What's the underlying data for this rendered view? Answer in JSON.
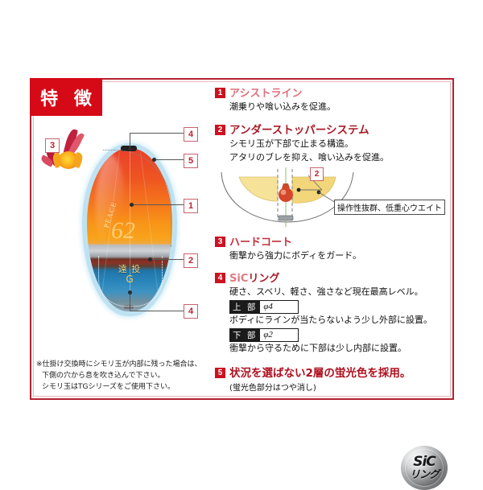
{
  "title": {
    "label": "特 徴"
  },
  "features": [
    {
      "number": "1",
      "heading": "アシストライン",
      "lines": [
        "潮乗りや喰い込みを促進。"
      ]
    },
    {
      "number": "2",
      "heading": "アンダーストッパーシステム",
      "lines": [
        "シモリ玉が下部で止まる構造。",
        "アタリのブレを抑え、喰い込みを促進。"
      ],
      "diagram": {
        "callout_number": "2",
        "caption": "操作性抜群、低重心ウエイト"
      }
    },
    {
      "number": "3",
      "heading": "ハードコート",
      "lines": [
        "衝撃から強力にボディをガード。"
      ]
    },
    {
      "number": "4",
      "heading_light": "SiC",
      "heading_bold": "リング",
      "lines": [
        "硬さ、スベリ、軽さ、強さなど現在最高レベル。"
      ],
      "specs": [
        {
          "label": "上 部",
          "value": "φ4",
          "desc": "ボディにラインが当たらないよう少し外部に設置。"
        },
        {
          "label": "下 部",
          "value": "φ2",
          "desc": "衝撃から守るために下部は少し内部に設置。"
        }
      ],
      "badge": {
        "line1": "SiC",
        "line2": "リング"
      }
    },
    {
      "number": "5",
      "heading": "状況を選ばない2層の蛍光色を採用。",
      "sub": "(蛍光色部分はつや消し)"
    }
  ],
  "illustration": {
    "callouts": [
      {
        "id": "c3",
        "label": "3"
      },
      {
        "id": "c4top",
        "label": "4"
      },
      {
        "id": "c5",
        "label": "5"
      },
      {
        "id": "c1",
        "label": "1"
      },
      {
        "id": "c2",
        "label": "2"
      },
      {
        "id": "c4bottom",
        "label": "4"
      }
    ],
    "float_brand": "PEACE",
    "float_number": "62",
    "float_kanji": "遠 投",
    "float_kanji2": "G"
  },
  "note": {
    "line1": "※仕掛け交換時にシモリ玉が内部に残った場合は、",
    "line2": "下側の穴から息を吹き込んで下さい。",
    "line3": "シモリ玉はTGシリーズをご使用下さい。"
  },
  "colors": {
    "brand_red": "#d60a17",
    "frame_red": "#b52230",
    "badge_red": "#cc1122"
  }
}
